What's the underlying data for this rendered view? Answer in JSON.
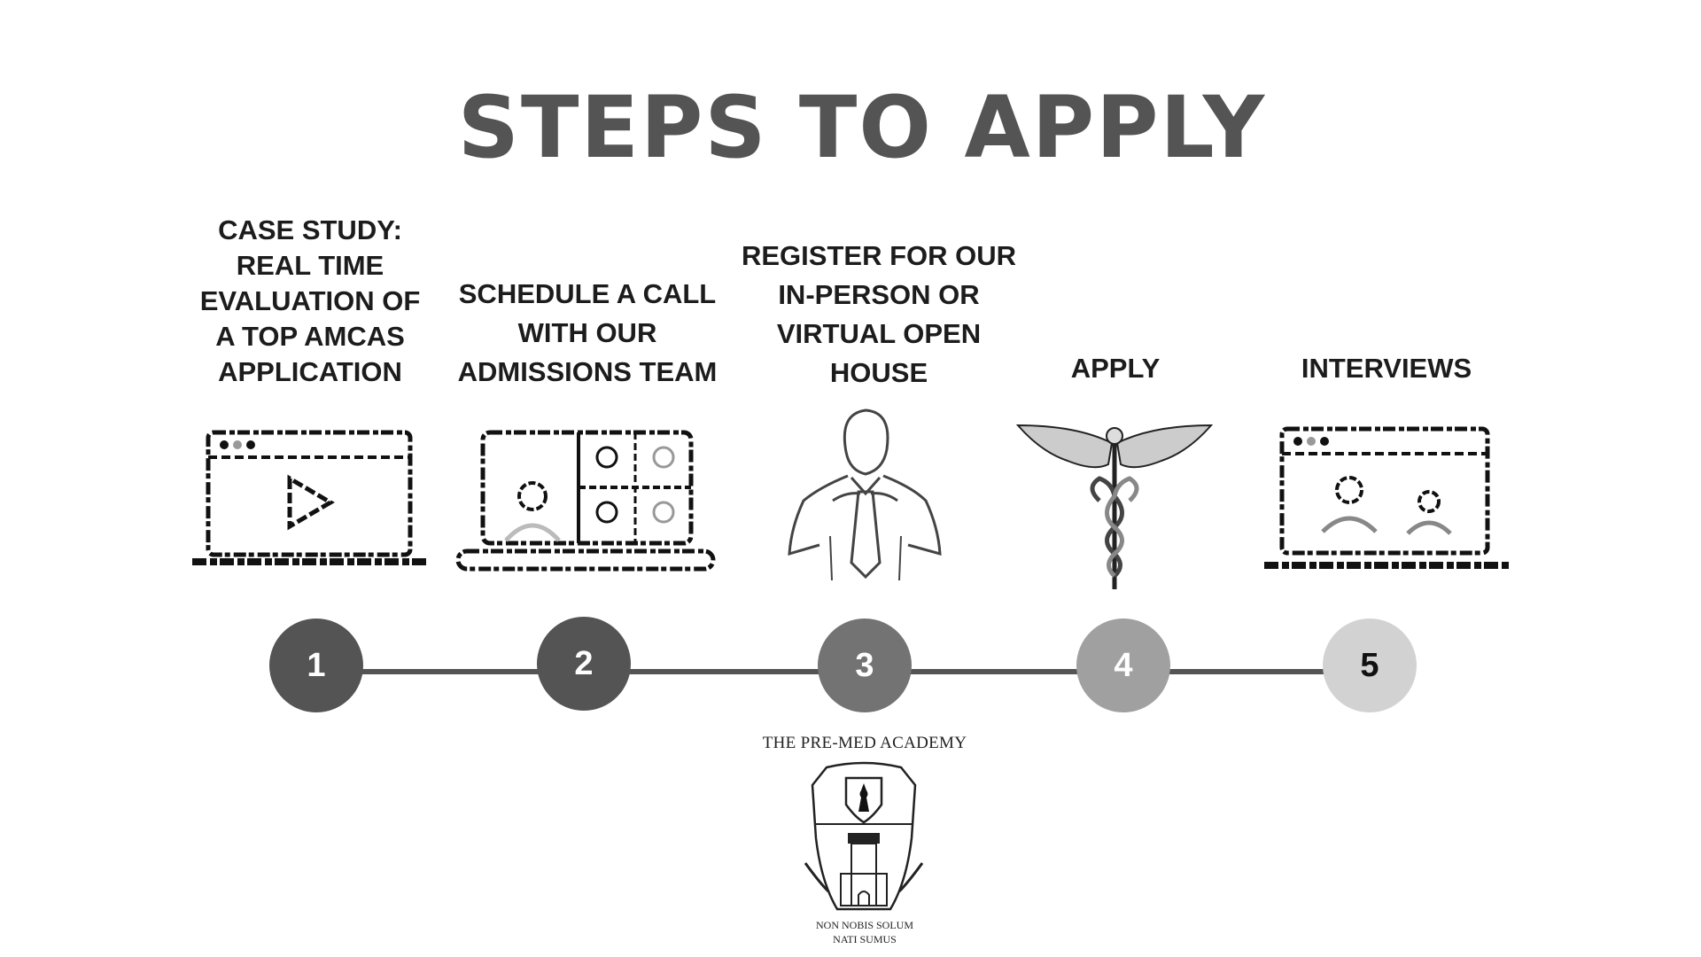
{
  "title": "STEPS TO APPLY",
  "steps": [
    {
      "number": "1",
      "lines": [
        "CASE STUDY:",
        "REAL TIME",
        "EVALUATION OF",
        "A TOP AMCAS",
        "APPLICATION"
      ],
      "icon": "laptop-video-play-icon",
      "circle_color": "#545454",
      "number_color": "#ffffff"
    },
    {
      "number": "2",
      "lines": [
        "SCHEDULE A CALL",
        "WITH OUR",
        "ADMISSIONS TEAM"
      ],
      "icon": "laptop-video-call-icon",
      "circle_color": "#545454",
      "number_color": "#ffffff"
    },
    {
      "number": "3",
      "lines": [
        "REGISTER FOR OUR",
        "IN-PERSON OR",
        "VIRTUAL OPEN",
        "HOUSE"
      ],
      "icon": "man-tying-tie-icon",
      "circle_color": "#737373",
      "number_color": "#ffffff"
    },
    {
      "number": "4",
      "lines": [
        "APPLY"
      ],
      "icon": "caduceus-icon",
      "circle_color": "#a0a0a0",
      "number_color": "#ffffff"
    },
    {
      "number": "5",
      "lines": [
        "INTERVIEWS"
      ],
      "icon": "laptop-interview-icon",
      "circle_color": "#d2d2d2",
      "number_color": "#111111"
    }
  ],
  "logo": {
    "name": "THE PRE-MED ACADEMY",
    "motto_line1": "NON NOBIS SOLUM",
    "motto_line2": "NATI SUMUS"
  },
  "colors": {
    "title": "#545454",
    "connector": "#545454",
    "text": "#1c1c1c"
  }
}
